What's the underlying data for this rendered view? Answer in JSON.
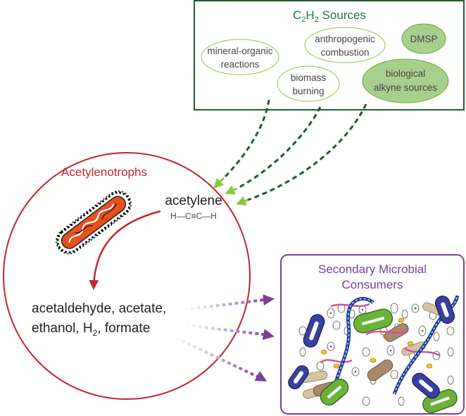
{
  "sources_box": {
    "title_c": "C",
    "title_sub1": "2",
    "title_h": "H",
    "title_sub2": "2",
    "title_rest": " Sources",
    "title_color": "#1e7a3a",
    "items": {
      "mineral_line1": "mineral-organic",
      "mineral_line2": "reactions",
      "anthro_line1": "anthropogenic",
      "anthro_line2": "combustion",
      "biomass_line1": "biomass",
      "biomass_line2": "burning",
      "dmsp": "DMSP",
      "bio_line1": "biological",
      "bio_line2": "alkyne sources"
    }
  },
  "acetylenotrophs": {
    "title": "Acetylenotrophs",
    "title_color": "#c0272d",
    "compound": "acetylene",
    "formula": "H—C≡C—H",
    "products_line1": "acetaldehyde, acetate,",
    "products_line2_pre": "ethanol, H",
    "products_line2_sub": "2",
    "products_line2_post": ", formate"
  },
  "consumers": {
    "title_line1": "Secondary Microbial",
    "title_line2": "Consumers",
    "title_color": "#7b3f98"
  },
  "colors": {
    "dark_green": "#1e5c30",
    "light_green": "#8cc63f",
    "red": "#c0272d",
    "purple": "#7b3f98",
    "bacterium": "#e8501f"
  }
}
